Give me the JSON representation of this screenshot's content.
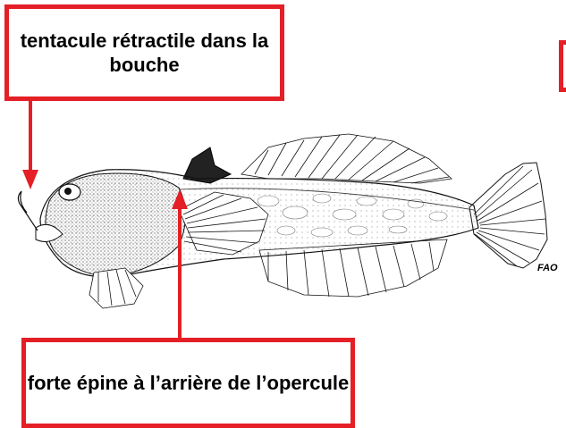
{
  "labels": {
    "top": "tentacule rétractile dans la bouche",
    "bottom": "forte épine à l’arrière de l’opercule"
  },
  "credit": "FAO",
  "colors": {
    "annotation": "#e41f26",
    "ink": "#000000"
  },
  "figure": "stargazer fish line drawing"
}
